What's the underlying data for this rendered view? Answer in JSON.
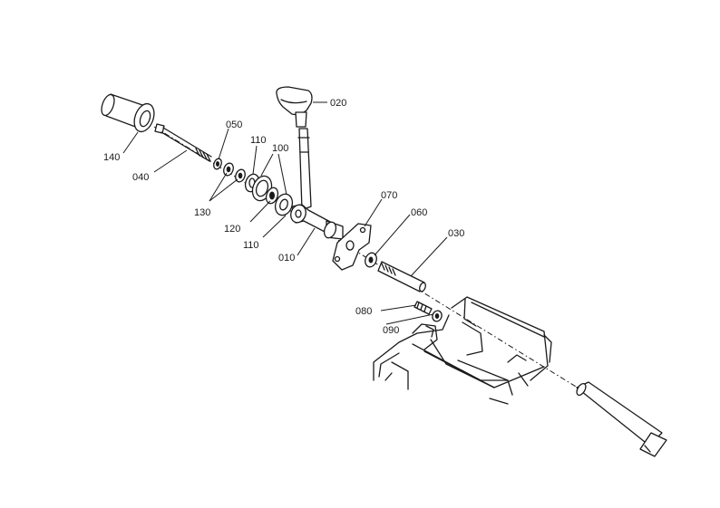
{
  "labels": {
    "p010": "010",
    "p020": "020",
    "p030": "030",
    "p040": "040",
    "p050": "050",
    "p060": "060",
    "p070": "070",
    "p080": "080",
    "p090": "090",
    "p100": "100",
    "p110a": "110",
    "p110b": "110",
    "p120": "120",
    "p130": "130",
    "p140": "140"
  },
  "colors": {
    "line": "#1a1a1a",
    "background": "#ffffff"
  }
}
